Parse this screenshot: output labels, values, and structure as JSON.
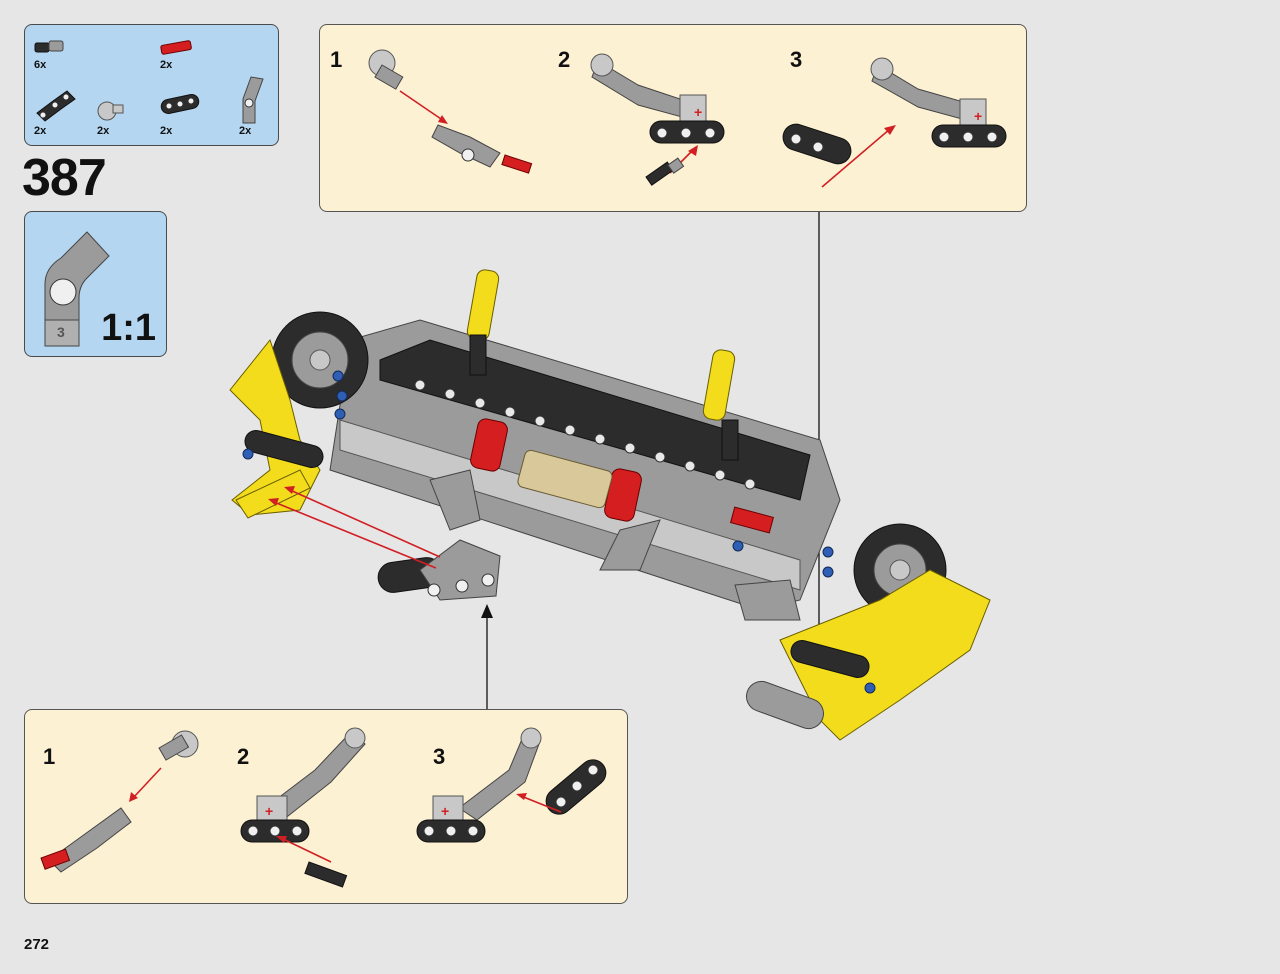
{
  "page": {
    "number": "272",
    "step": "387",
    "scale": "1:1"
  },
  "parts_list": [
    {
      "icon": "pin-with-axle-icon",
      "qty": "6x"
    },
    {
      "icon": "red-axle-pin-icon",
      "qty": "2x"
    },
    {
      "icon": "dark-angled-beam-icon",
      "qty": "2x"
    },
    {
      "icon": "gray-axle-connector-icon",
      "qty": "2x"
    },
    {
      "icon": "black-3-hole-beam-icon",
      "qty": "2x"
    },
    {
      "icon": "gray-angled-connector-icon",
      "qty": "2x"
    }
  ],
  "scale_part": {
    "label": "3"
  },
  "sub_top": {
    "steps": [
      "1",
      "2",
      "3"
    ]
  },
  "sub_bottom": {
    "steps": [
      "1",
      "2",
      "3"
    ]
  },
  "colors": {
    "panel_blue": "#b5d6f0",
    "panel_cream": "#fdf1d3",
    "arrow_red": "#d11f24",
    "background": "#e6e6e6"
  }
}
